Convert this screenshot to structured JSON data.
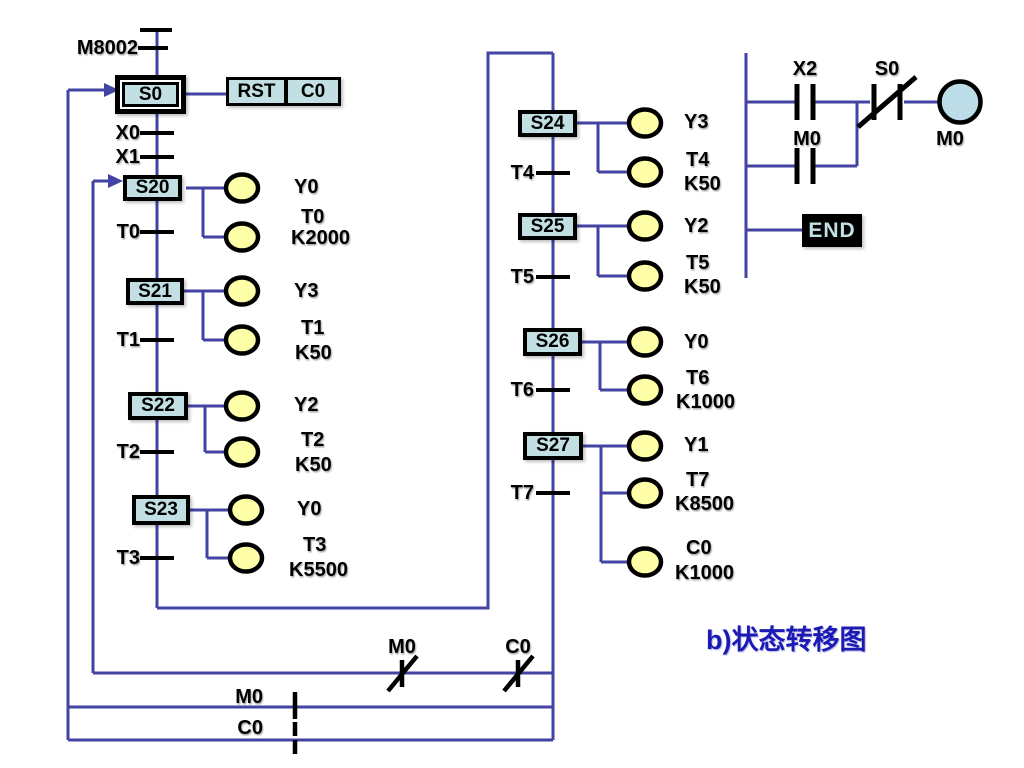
{
  "colors": {
    "flow_line": "#4243a2",
    "state_fill": "#c2e0e4",
    "action_circle_fill": "#ffffa8",
    "coil_fill": "#bcdce8",
    "caption_blue": "#1b1bb4",
    "black": "#000000"
  },
  "sfc": {
    "power_label": "M8002",
    "initial": {
      "state": "S0",
      "action_op": "RST",
      "action_operand": "C0"
    },
    "entry_transitions": [
      "X0",
      "X1"
    ],
    "left_steps": [
      {
        "state": "S20",
        "actions": [
          "Y0",
          "T0",
          "K2000"
        ],
        "transition": "T0"
      },
      {
        "state": "S21",
        "actions": [
          "Y3",
          "T1",
          "K50"
        ],
        "transition": "T1"
      },
      {
        "state": "S22",
        "actions": [
          "Y2",
          "T2",
          "K50"
        ],
        "transition": "T2"
      },
      {
        "state": "S23",
        "actions": [
          "Y0",
          "T3",
          "K5500"
        ],
        "transition": "T3"
      }
    ],
    "right_steps": [
      {
        "state": "S24",
        "actions": [
          "Y3",
          "T4",
          "K50"
        ],
        "transition": "T4"
      },
      {
        "state": "S25",
        "actions": [
          "Y2",
          "T5",
          "K50"
        ],
        "transition": "T5"
      },
      {
        "state": "S26",
        "actions": [
          "Y0",
          "T6",
          "K1000"
        ],
        "transition": "T6"
      },
      {
        "state": "S27",
        "actions": [
          "Y1",
          "T7",
          "K8500",
          "C0",
          "K1000"
        ],
        "transition": "T7"
      }
    ],
    "loopback": {
      "nc_m0": "M0",
      "nc_c0": "C0",
      "trans_m0": "M0",
      "trans_c0": "C0"
    }
  },
  "ladder": {
    "contact_top": "X2",
    "nc_contact": "S0",
    "contact_parallel": "M0",
    "coil": "M0",
    "end": "END"
  },
  "caption": "b)状态转移图"
}
